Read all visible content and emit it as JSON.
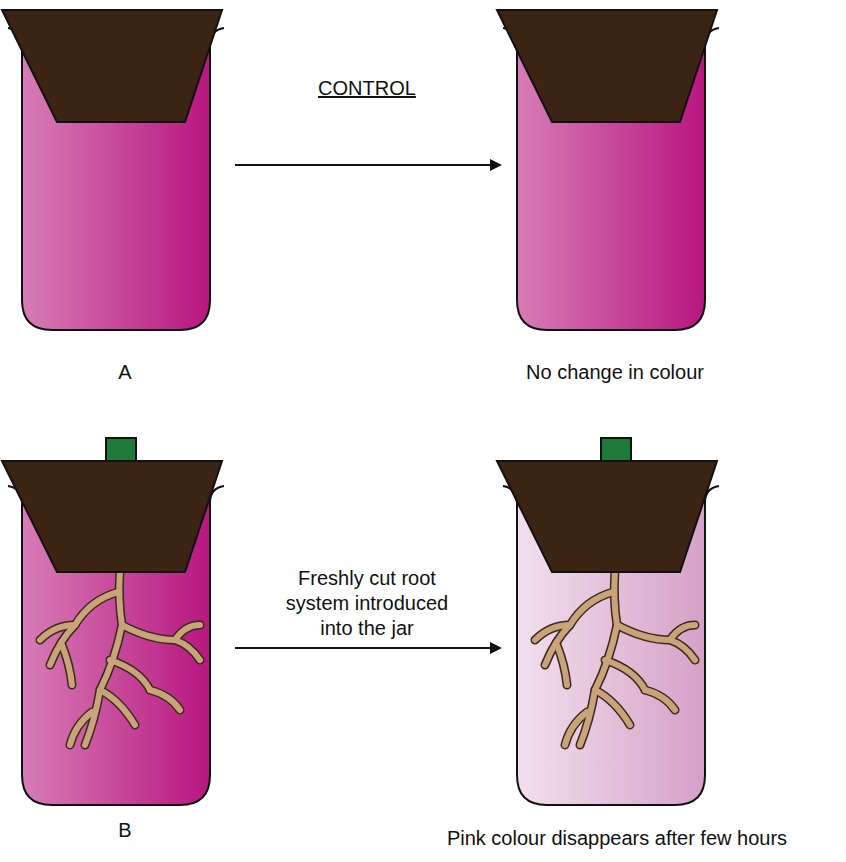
{
  "diagram": {
    "labels": [
      "CONTROL",
      "A",
      "No change in colour",
      "Freshly cut root system introduced into the jar",
      "B",
      "Pink colour disappears after few hours"
    ]
  }
}
